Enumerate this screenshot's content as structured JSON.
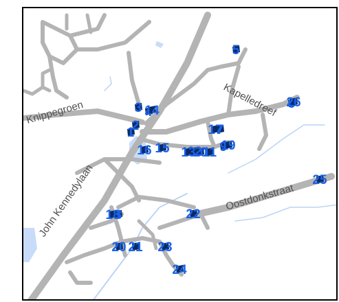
{
  "street_labels": [
    "Knippegroen",
    "John Kennedylaan",
    "Kapelledreef",
    "Oostdonkstraat"
  ],
  "markers": [
    "1",
    "2",
    "3",
    "4",
    "5",
    "6",
    "7",
    "8",
    "9",
    "10",
    "11",
    "12",
    "13",
    "14",
    "15",
    "16",
    "17",
    "18",
    "19",
    "20",
    "21",
    "22",
    "23",
    "24",
    "25",
    "26"
  ],
  "colors": {
    "road": "#b4b4b4",
    "water": "#bcd4f5",
    "marker_text": "#1a62e6",
    "marker_symbol": "#0a2a66",
    "accent_marker": "#b01818"
  }
}
